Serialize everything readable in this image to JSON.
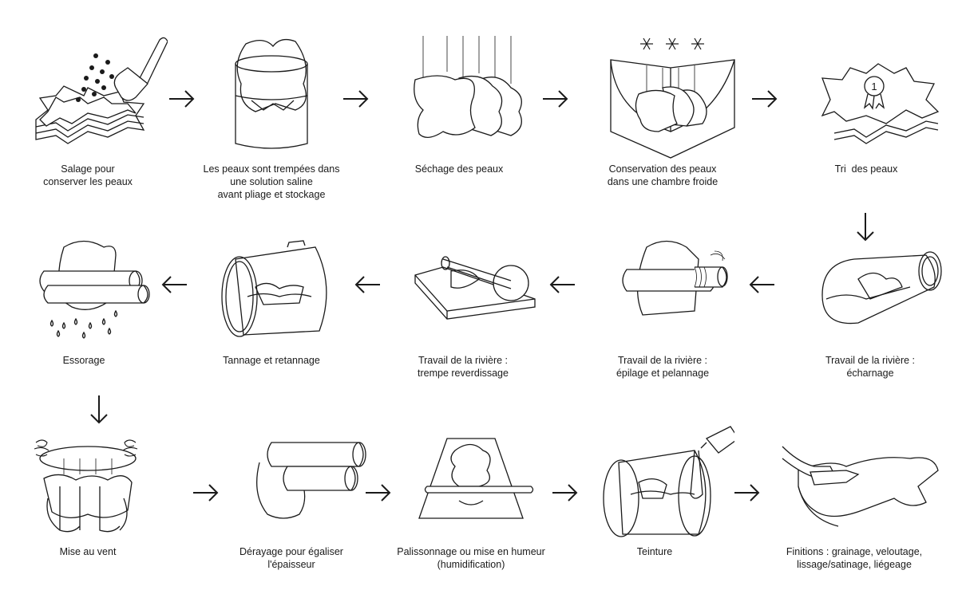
{
  "steps": [
    {
      "id": "salage",
      "caption": [
        "Salage pour",
        "conserver les peaux"
      ]
    },
    {
      "id": "trempe",
      "caption": [
        "Les peaux sont trempées dans",
        "une solution saline",
        "avant pliage et stockage"
      ]
    },
    {
      "id": "sechage",
      "caption": [
        "Séchage des peaux"
      ]
    },
    {
      "id": "conservation",
      "caption": [
        "Conservation des peaux",
        "dans une chambre froide"
      ]
    },
    {
      "id": "tri",
      "caption": [
        "Tri  des peaux"
      ]
    },
    {
      "id": "echarnage",
      "caption": [
        "Travail de la rivière :",
        "écharnage"
      ]
    },
    {
      "id": "epilage",
      "caption": [
        "Travail de la rivière :",
        "épilage et pelannage"
      ]
    },
    {
      "id": "reverdissage",
      "caption": [
        "Travail de la rivière :",
        "trempe reverdissage"
      ]
    },
    {
      "id": "tannage",
      "caption": [
        "Tannage et retannage"
      ]
    },
    {
      "id": "essorage",
      "caption": [
        "Essorage"
      ]
    },
    {
      "id": "mise-au-vent",
      "caption": [
        "Mise au vent"
      ]
    },
    {
      "id": "derayage",
      "caption": [
        "Dérayage pour égaliser",
        "l'épaisseur"
      ]
    },
    {
      "id": "palissonnage",
      "caption": [
        "Palissonnage ou mise en humeur",
        "(humidification)"
      ]
    },
    {
      "id": "teinture",
      "caption": [
        "Teinture"
      ]
    },
    {
      "id": "finitions",
      "caption": [
        "Finitions : grainage, veloutage,",
        "lissage/satinage, liégeage"
      ]
    }
  ],
  "tri_badge": "1",
  "colors": {
    "line": "#1a1a1a",
    "background": "#ffffff",
    "dot": "#1a1a1a"
  },
  "icons": [
    "salt-shovel-icon",
    "snowflake-icon",
    "award-ribbon-icon",
    "water-drop-icon",
    "wind-icon",
    "pouring-bottle-icon",
    "hand-icon",
    "direction-arrow-icon"
  ]
}
